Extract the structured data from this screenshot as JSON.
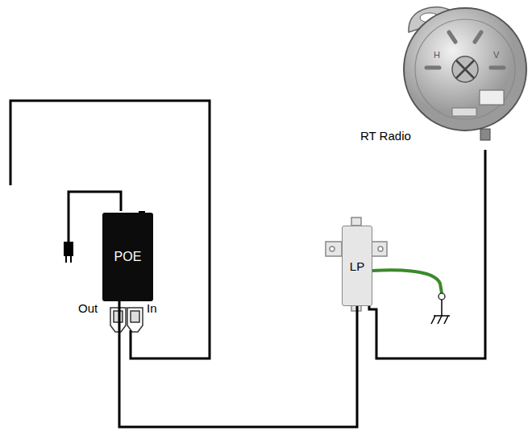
{
  "diagram": {
    "nodes": [
      {
        "text": [
          "POE"
        ]
      },
      {
        "text": [
          "LP"
        ]
      },
      {
        "text": [
          "RT Radio"
        ]
      }
    ],
    "edges": [
      {
        "from": 0,
        "to": 1,
        "arrow": "none"
      },
      {
        "from": 1,
        "to": 2,
        "arrow": "none"
      }
    ],
    "labels": [
      "Out",
      "In",
      "H",
      "V"
    ]
  }
}
